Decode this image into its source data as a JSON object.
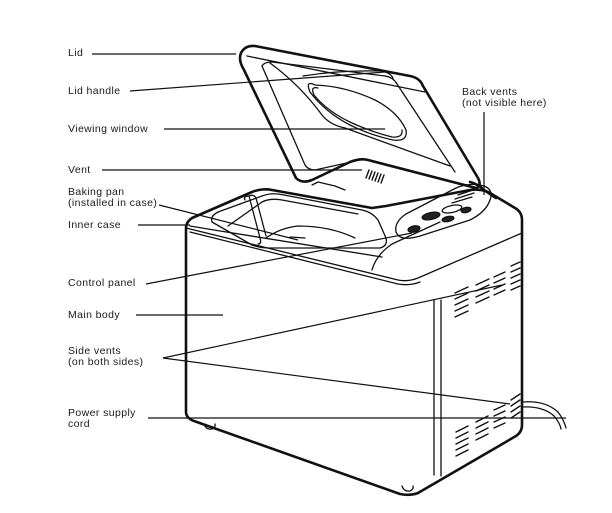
{
  "diagram": {
    "subject": "Bread maker parts",
    "labels": {
      "lid": "Lid",
      "lid_handle": "Lid handle",
      "viewing_window": "Viewing window",
      "vent": "Vent",
      "baking_pan_line1": "Baking pan",
      "baking_pan_line2": "(installed in case)",
      "inner_case": "Inner case",
      "control_panel": "Control panel",
      "main_body": "Main body",
      "side_vents_line1": "Side vents",
      "side_vents_line2": "(on both sides)",
      "power_cord_line1": "Power supply",
      "power_cord_line2": "cord",
      "back_vents_line1": "Back vents",
      "back_vents_line2": "(not visible here)"
    }
  }
}
